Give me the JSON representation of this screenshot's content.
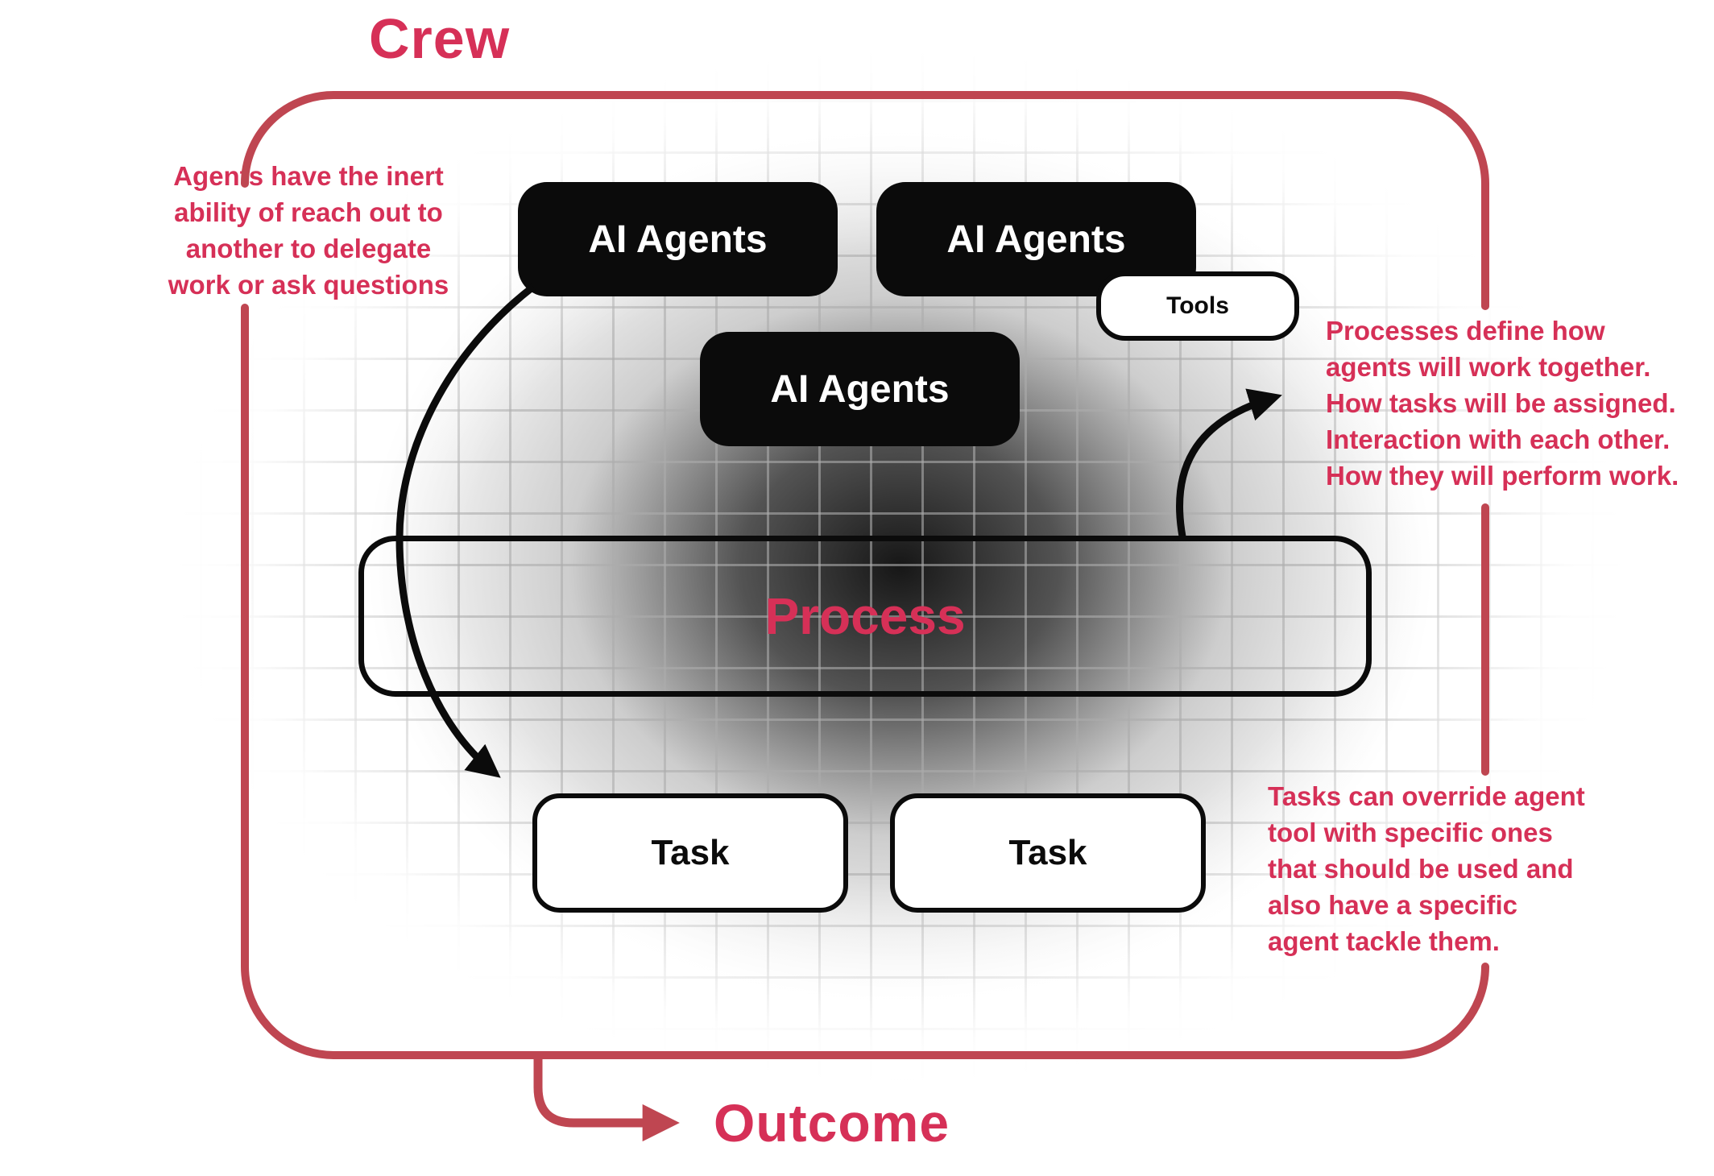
{
  "diagram": {
    "crew_label": "Crew",
    "outcome_label": "Outcome",
    "agents": [
      {
        "label": "AI Agents"
      },
      {
        "label": "AI Agents"
      },
      {
        "label": "AI Agents"
      }
    ],
    "tools_label": "Tools",
    "process_label": "Process",
    "tasks": [
      {
        "label": "Task"
      },
      {
        "label": "Task"
      }
    ],
    "annotations": {
      "left_lines": [
        "Agents have the inert",
        "ability of reach out to",
        "another to delegate",
        "work or ask questions"
      ],
      "process_lines": [
        "Processes define how",
        "agents will work together.",
        "How tasks will be assigned.",
        "Interaction with each other.",
        "How they will perform work."
      ],
      "task_lines": [
        "Tasks can override agent",
        "tool with specific ones",
        "that should be used and",
        "also have a specific",
        "agent tackle them."
      ]
    },
    "colors": {
      "accent_text": "#d63057",
      "border_red": "#bf4651",
      "node_black": "#0b0b0b"
    }
  }
}
